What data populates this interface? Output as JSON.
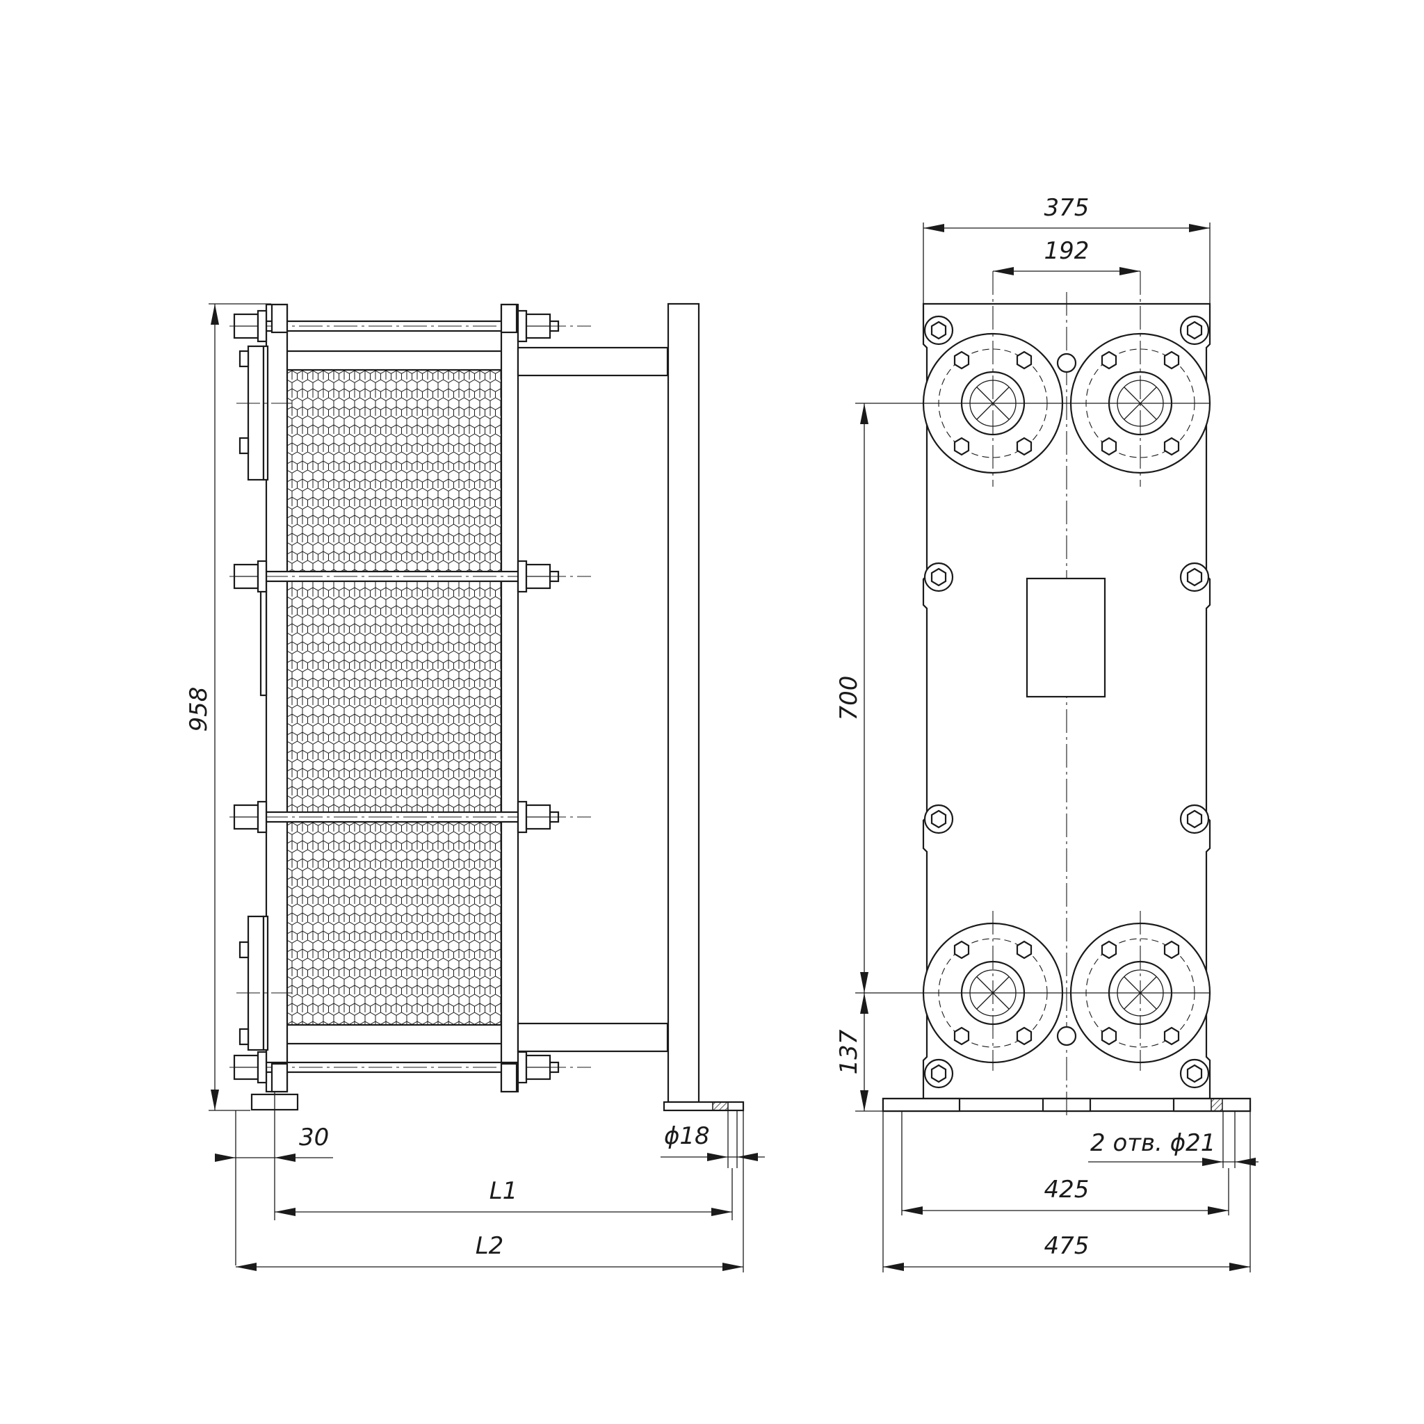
{
  "dimensions": {
    "side_view": {
      "height": "958",
      "left_offset": "30",
      "hole_dia": "ϕ18",
      "length_1": "L1",
      "length_2": "L2"
    },
    "front_view": {
      "frame_width": "375",
      "port_spacing": "192",
      "port_vertical": "700",
      "port_bottom": "137",
      "holes_note": "2 отв. ϕ21",
      "foot_spacing": "425",
      "base_width": "475"
    }
  },
  "colors": {
    "line": "#1a1a1a",
    "background": "#ffffff"
  }
}
